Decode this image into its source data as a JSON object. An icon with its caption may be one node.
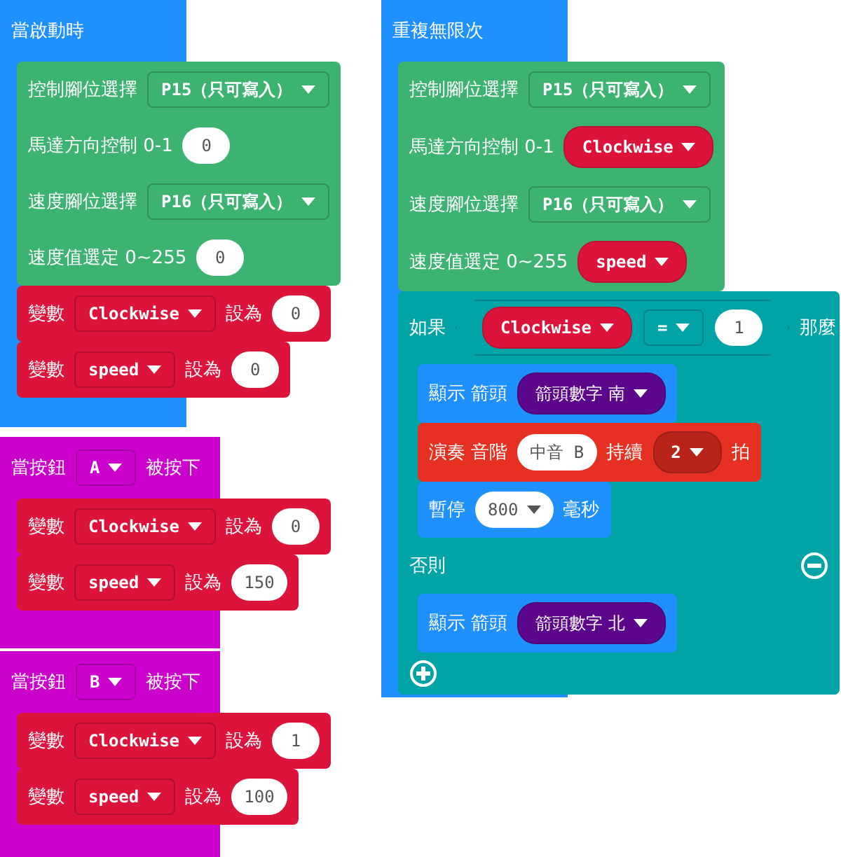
{
  "diagram": {
    "nodes": [
      {
        "text": [
          "當啟動時"
        ]
      },
      {
        "text": [
          "控制腳位選擇",
          "P15（只可寫入）",
          "馬達方向控制 0-1",
          "0",
          "速度腳位選擇",
          "P16（只可寫入）",
          "速度值選定 0~255",
          "0"
        ],
        "in": 0
      },
      {
        "text": [
          "變數",
          "Clockwise",
          "設為",
          "0"
        ],
        "in": 0
      },
      {
        "text": [
          "變數",
          "speed",
          "設為",
          "0"
        ],
        "in": 0
      },
      {
        "text": [
          "重複無限次"
        ]
      },
      {
        "text": [
          "控制腳位選擇",
          "P15（只可寫入）",
          "馬達方向控制 0-1",
          "Clockwise",
          "速度腳位選擇",
          "P16（只可寫入）",
          "速度值選定 0~255",
          "speed"
        ],
        "in": 4
      },
      {
        "text": [
          "如果",
          "Clockwise",
          "=",
          "1",
          "那麼",
          "否則"
        ],
        "in": 4
      },
      {
        "text": [
          "顯示 箭頭",
          "箭頭數字 南"
        ],
        "in": 6
      },
      {
        "text": [
          "演奏 音階",
          "中音 B",
          "持續",
          "2",
          "拍"
        ],
        "in": 6
      },
      {
        "text": [
          "暫停",
          "800",
          "毫秒"
        ],
        "in": 6
      },
      {
        "text": [
          "顯示 箭頭",
          "箭頭數字 北"
        ],
        "in": 6
      },
      {
        "text": [
          "當按鈕",
          "A",
          "被按下"
        ]
      },
      {
        "text": [
          "變數",
          "Clockwise",
          "設為",
          "0"
        ],
        "in": 11
      },
      {
        "text": [
          "變數",
          "speed",
          "設為",
          "150"
        ],
        "in": 11
      },
      {
        "text": [
          "當按鈕",
          "B",
          "被按下"
        ]
      },
      {
        "text": [
          "變數",
          "Clockwise",
          "設為",
          "1"
        ],
        "in": 14
      },
      {
        "text": [
          "變數",
          "speed",
          "設為",
          "100"
        ],
        "in": 14
      }
    ]
  }
}
